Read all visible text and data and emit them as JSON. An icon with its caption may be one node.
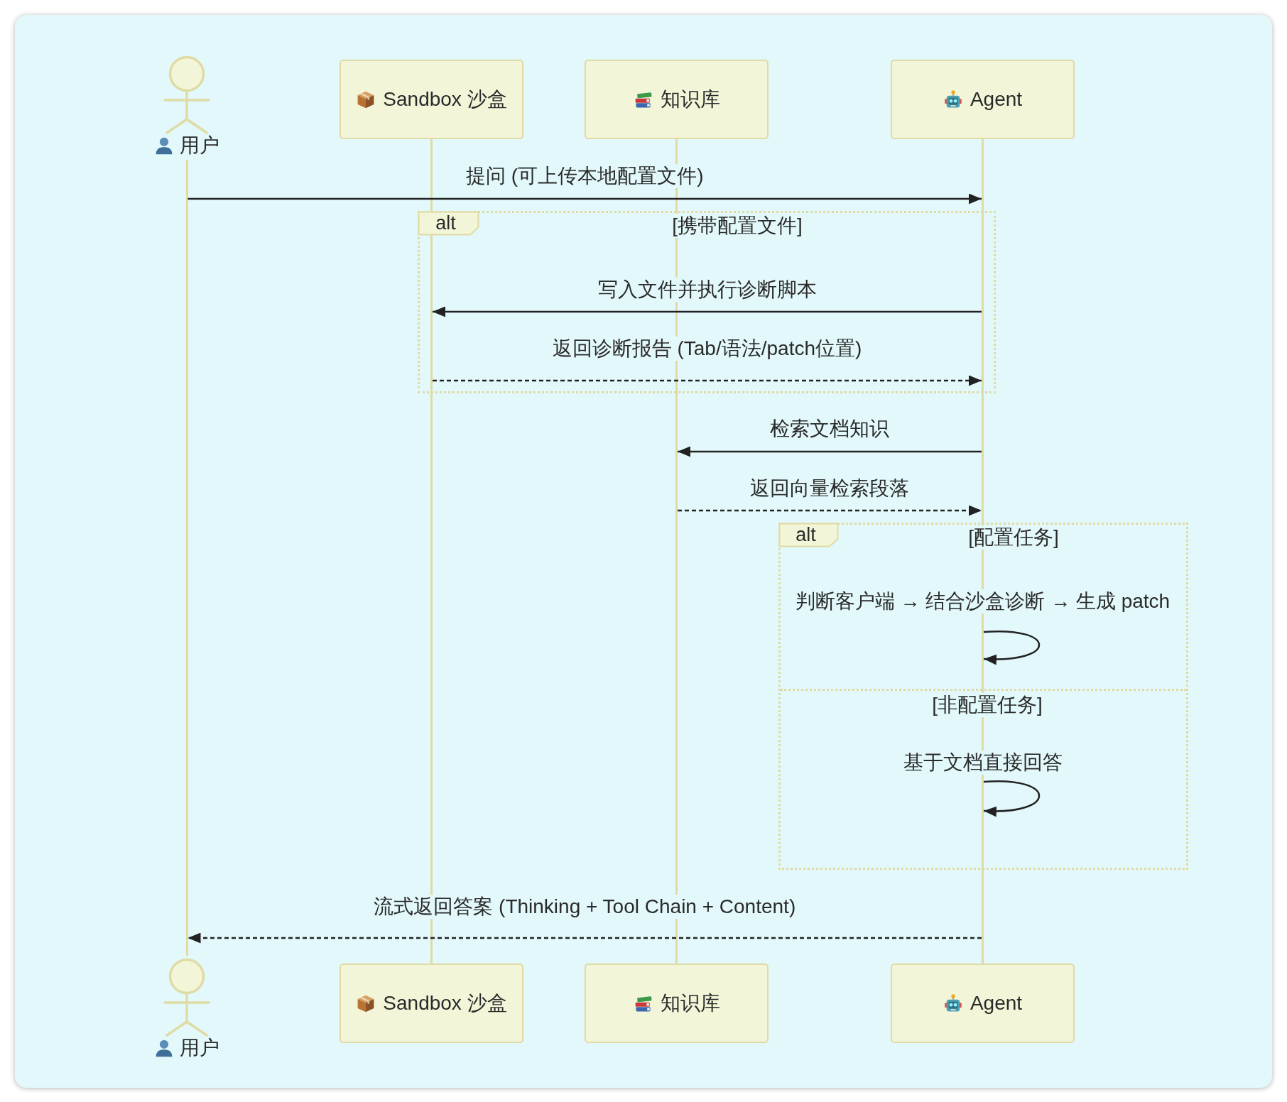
{
  "diagram": {
    "nodes": [
      {
        "text": [
          "用户"
        ]
      },
      {
        "text": [
          "Sandbox 沙盒"
        ]
      },
      {
        "text": [
          "知识库"
        ]
      },
      {
        "text": [
          "Agent"
        ]
      },
      {
        "text": [],
        "shape": "bar"
      },
      {
        "text": [],
        "shape": "bar"
      },
      {
        "text": [],
        "shape": "bar"
      },
      {
        "text": [],
        "shape": "bar"
      },
      {
        "text": [
          "alt"
        ]
      },
      {
        "text": [
          "alt"
        ]
      },
      {
        "text": [
          "用户"
        ]
      },
      {
        "text": [
          "Sandbox 沙盒"
        ]
      },
      {
        "text": [
          "知识库"
        ]
      },
      {
        "text": [
          "Agent"
        ]
      }
    ],
    "edges": [
      {
        "from": 4,
        "to": 7,
        "arrow": "to",
        "label": "提问 (可上传本地配置文件)"
      },
      {
        "from": 7,
        "to": 5,
        "arrow": "to",
        "label": "写入文件并执行诊断脚本"
      },
      {
        "from": 5,
        "to": 7,
        "arrow": "to",
        "label": "返回诊断报告 (Tab/语法/patch位置)",
        "style": "dashed"
      },
      {
        "from": 7,
        "to": 6,
        "arrow": "to",
        "label": "检索文档知识"
      },
      {
        "from": 6,
        "to": 7,
        "arrow": "to",
        "label": "返回向量检索段落",
        "style": "dashed"
      },
      {
        "from": 7,
        "to": 7,
        "arrow": "to",
        "label": "判断客户端 → 结合沙盒诊断 → 生成 patch"
      },
      {
        "from": 7,
        "to": 7,
        "arrow": "to",
        "label": "基于文档直接回答"
      },
      {
        "from": 7,
        "to": 4,
        "arrow": "to",
        "label": "流式返回答案 (Thinking + Tool Chain + Content)",
        "style": "dashed"
      }
    ],
    "labels": [
      "[携带配置文件]",
      "[配置任务]",
      "[非配置任务]"
    ]
  }
}
